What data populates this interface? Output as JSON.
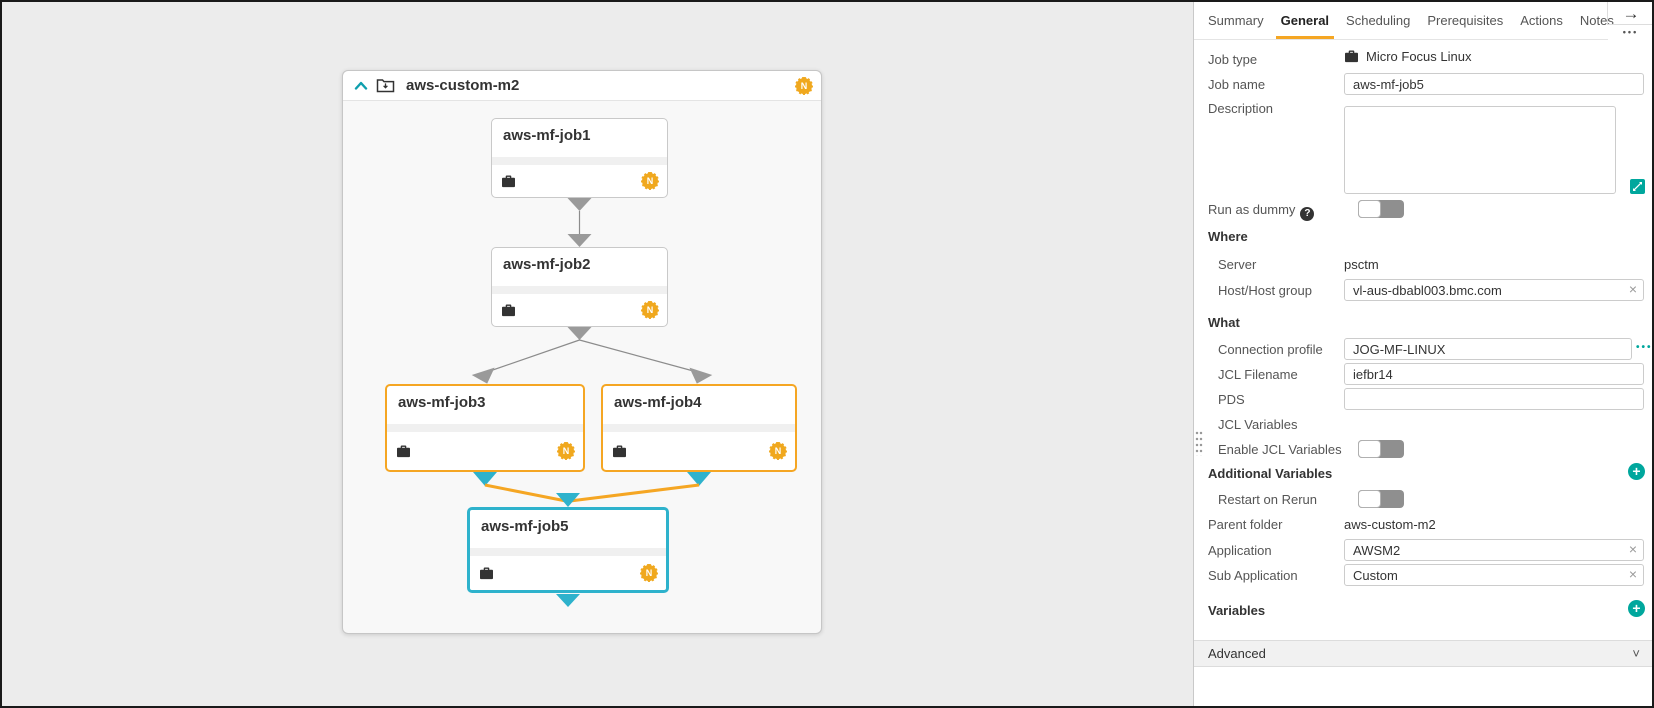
{
  "colors": {
    "accent-orange": "#F5A623",
    "badge-orange": "#F0A81E",
    "teal": "#00A79D",
    "teal-dark": "#0E9FAD",
    "cyan": "#2EB2CC",
    "connector-gray": "#9A9A9A"
  },
  "canvas": {
    "folder": {
      "name": "aws-custom-m2",
      "badge": "N"
    },
    "jobs": [
      {
        "name": "aws-mf-job1",
        "badge": "N",
        "state": "default"
      },
      {
        "name": "aws-mf-job2",
        "badge": "N",
        "state": "default"
      },
      {
        "name": "aws-mf-job3",
        "badge": "N",
        "state": "highlighted"
      },
      {
        "name": "aws-mf-job4",
        "badge": "N",
        "state": "highlighted"
      },
      {
        "name": "aws-mf-job5",
        "badge": "N",
        "state": "selected"
      }
    ]
  },
  "panel": {
    "tabs": [
      "Summary",
      "General",
      "Scheduling",
      "Prerequisites",
      "Actions",
      "Notes"
    ],
    "active_tab": "General",
    "icons": {
      "forward": "→",
      "more": "•••",
      "clear": "×",
      "help": "?",
      "add": "+",
      "profile_more": "•••",
      "chevron_down": "˅"
    },
    "general": {
      "job_type": {
        "label": "Job type",
        "value": "Micro Focus Linux"
      },
      "job_name": {
        "label": "Job name",
        "value": "aws-mf-job5"
      },
      "description": {
        "label": "Description",
        "value": ""
      },
      "run_as_dummy": {
        "label": "Run as dummy",
        "enabled": false
      },
      "where": {
        "title": "Where",
        "server": {
          "label": "Server",
          "value": "psctm"
        },
        "host": {
          "label": "Host/Host group",
          "value": "vl-aus-dbabl003.bmc.com"
        }
      },
      "what": {
        "title": "What",
        "connection_profile": {
          "label": "Connection profile",
          "value": "JOG-MF-LINUX"
        },
        "jcl_filename": {
          "label": "JCL Filename",
          "value": "iefbr14"
        },
        "pds": {
          "label": "PDS",
          "value": ""
        },
        "jcl_variables": {
          "label": "JCL Variables"
        },
        "enable_jcl_variables": {
          "label": "Enable JCL Variables",
          "enabled": false
        }
      },
      "additional_variables": {
        "title": "Additional Variables"
      },
      "restart_on_rerun": {
        "label": "Restart on Rerun",
        "enabled": false
      },
      "parent_folder": {
        "label": "Parent folder",
        "value": "aws-custom-m2"
      },
      "application": {
        "label": "Application",
        "value": "AWSM2"
      },
      "sub_application": {
        "label": "Sub Application",
        "value": "Custom"
      },
      "variables": {
        "title": "Variables"
      },
      "advanced": {
        "title": "Advanced"
      }
    }
  }
}
